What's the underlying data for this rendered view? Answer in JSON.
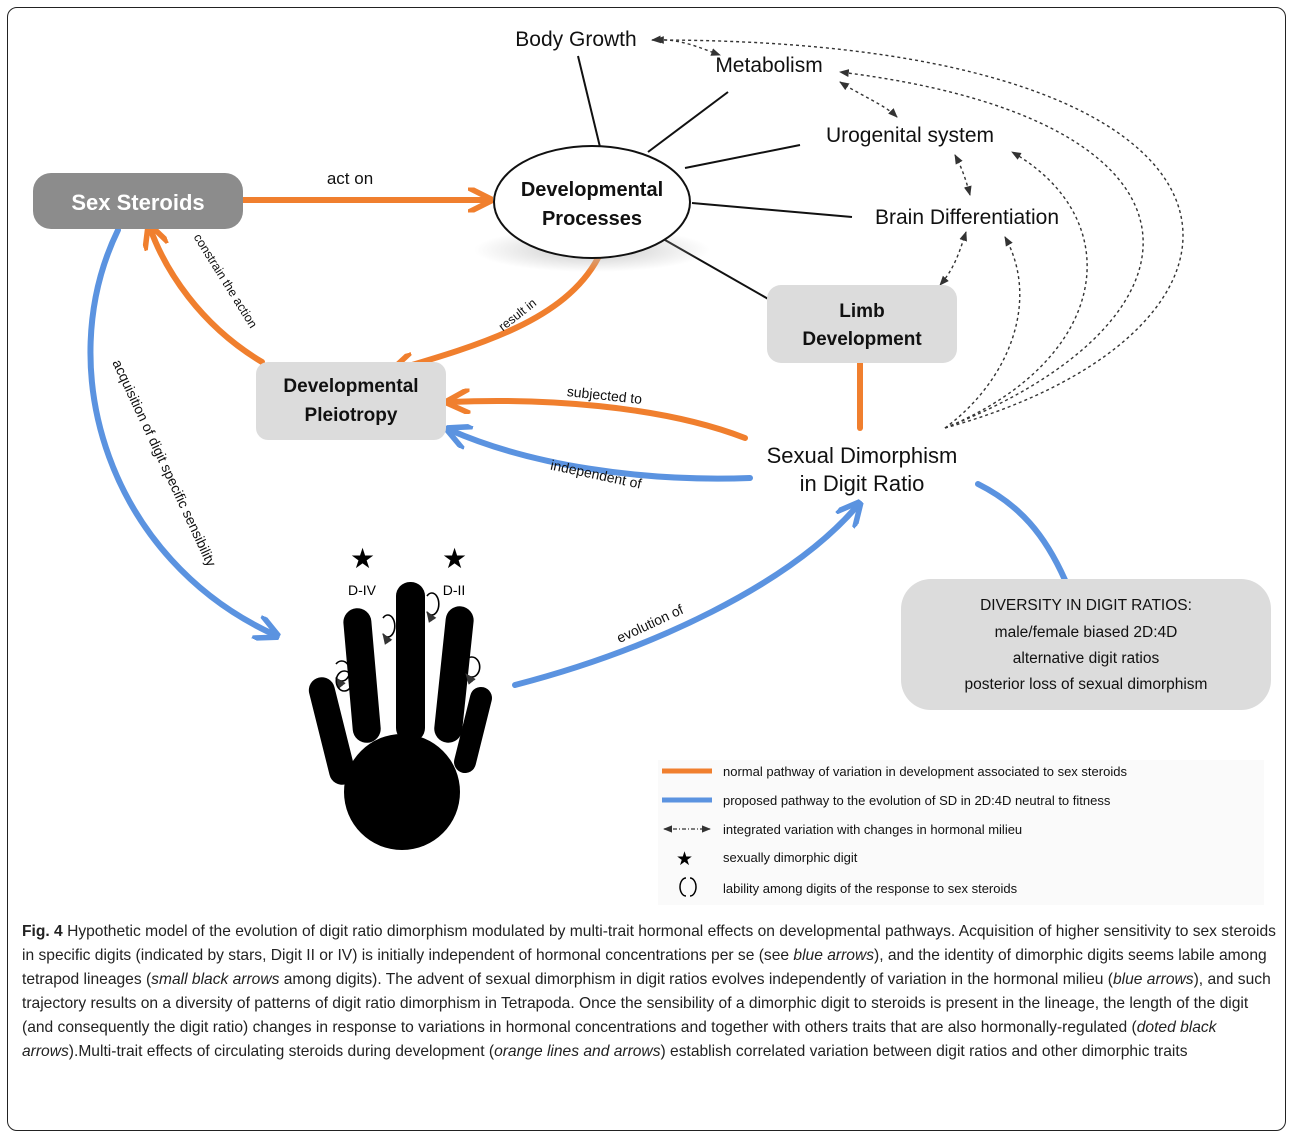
{
  "nodes": {
    "sex_steroids": "Sex Steroids",
    "developmental_processes": [
      "Developmental",
      "Processes"
    ],
    "developmental_pleiotropy": [
      "Developmental",
      "Pleiotropy"
    ],
    "limb_development": [
      "Limb",
      "Development"
    ],
    "sexual_dimorphism": [
      "Sexual Dimorphism",
      "in Digit Ratio"
    ],
    "body_growth": "Body Growth",
    "metabolism": "Metabolism",
    "urogenital_system": "Urogenital system",
    "brain_differentiation": "Brain Differentiation"
  },
  "edges": {
    "act_on": "act on",
    "result_in": "result in",
    "constrain_the_action": "constrain the action",
    "subjected_to": "subjected to",
    "independent_of": "independent of",
    "acquisition": "acquisition of digit specific sensibility",
    "evolution_of": "evolution of"
  },
  "hand": {
    "d_iv": "D-IV",
    "d_ii": "D-II"
  },
  "diversity": {
    "title": "DIVERSITY IN DIGIT RATIOS:",
    "lines": [
      "male/female biased 2D:4D",
      "alternative digit ratios",
      "posterior loss of sexual dimorphism"
    ]
  },
  "legend": [
    {
      "symbol": "orange-line",
      "text": "normal pathway of variation in development associated to sex steroids"
    },
    {
      "symbol": "blue-line",
      "text": "proposed pathway to the evolution of SD in 2D:4D neutral to fitness"
    },
    {
      "symbol": "dotted-arrow",
      "text": "integrated variation with changes in hormonal milieu"
    },
    {
      "symbol": "star",
      "text": "sexually dimorphic digit"
    },
    {
      "symbol": "circular-arrows",
      "text": "lability among digits of the response to sex steroids"
    }
  ],
  "colors": {
    "orange": "#f07f2e",
    "blue": "#5b93e0",
    "gray_dark": "#8c8c8c",
    "gray_light": "#dcdcdc"
  },
  "caption": {
    "label": "Fig. 4",
    "p1": " Hypothetic model of the evolution of digit ratio dimorphism modulated by multi-trait hormonal effects on developmental pathways. Acquisition of higher sensitivity to sex steroids in specific digits (indicated by stars, Digit II or IV) is initially independent of hormonal concentrations per se (see ",
    "i1": "blue arrows",
    "p2": "), and the identity of dimorphic digits seems labile among tetrapod lineages (",
    "i2": "small black arrows",
    "p3": " among digits). The advent of sexual dimorphism in digit ratios evolves independently of variation in the hormonal milieu (",
    "i3": "blue arrows",
    "p4": "), and such trajectory results on a diversity of patterns of digit ratio dimorphism in Tetrapoda. Once the sensibility of a dimorphic digit to steroids is present in the lineage, the length of the digit (and consequently the digit ratio) changes in response to variations in hormonal concentrations and together with others traits that are also hormonally-regulated (",
    "i4": "doted black arrows",
    "p5": ").Multi-trait effects of circulating steroids during development (",
    "i5": "orange lines and arrows",
    "p6": ") establish correlated variation between digit ratios and other dimorphic traits"
  }
}
